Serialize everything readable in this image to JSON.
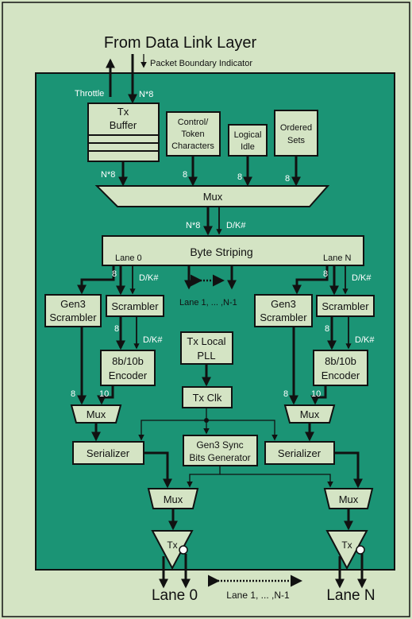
{
  "title": "From Data Link Layer",
  "packet_boundary_indicator": "Packet Boundary Indicator",
  "throttle": "Throttle",
  "n8": "N*8",
  "tx_buffer": [
    "Tx",
    "Buffer"
  ],
  "control_token": [
    "Control/",
    "Token",
    "Characters"
  ],
  "logical_idle": [
    "Logical",
    "Idle"
  ],
  "ordered_sets": [
    "Ordered",
    "Sets"
  ],
  "eight": "8",
  "ten": "10",
  "dk": "D/K#",
  "mux": "Mux",
  "byte_striping": "Byte Striping",
  "lane0_small": "Lane 0",
  "laneN_small": "Lane N",
  "lanes_middle": "Lane 1, ... ,N-1",
  "gen3_scrambler": [
    "Gen3",
    "Scrambler"
  ],
  "scrambler": "Scrambler",
  "tx_local_pll": [
    "Tx Local",
    "PLL"
  ],
  "encoder": [
    "8b/10b",
    "Encoder"
  ],
  "tx_clk": "Tx Clk",
  "serializer": "Serializer",
  "gen3_sync": [
    "Gen3 Sync",
    "Bits Generator"
  ],
  "tx": "Tx",
  "lane0": "Lane 0",
  "laneN": "Lane N",
  "colors": {
    "background": "#d4e4c4",
    "panel": "#1b9475",
    "stroke": "#111111"
  }
}
